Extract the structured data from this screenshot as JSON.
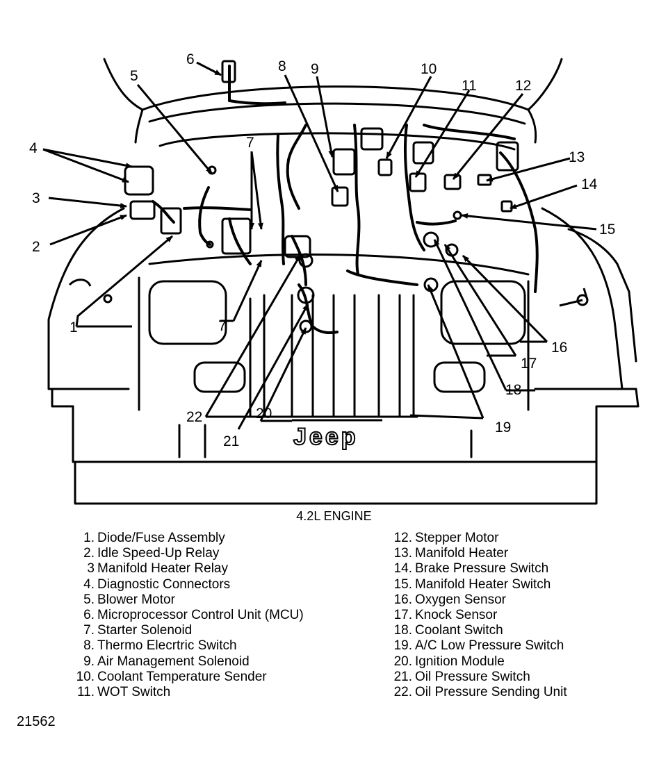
{
  "diagram": {
    "callouts": [
      "1",
      "2",
      "3",
      "4",
      "5",
      "6",
      "7",
      "7",
      "8",
      "9",
      "10",
      "11",
      "12",
      "13",
      "14",
      "15",
      "16",
      "17",
      "18",
      "19",
      "20",
      "21",
      "22"
    ],
    "badge": "Jeep"
  },
  "caption": "4.2L ENGINE",
  "legend_left": [
    {
      "num": "1.",
      "label": "Diode/Fuse Assembly"
    },
    {
      "num": "2.",
      "label": "Idle Speed-Up Relay"
    },
    {
      "num": "3",
      "label": "Manifold Heater Relay"
    },
    {
      "num": "4.",
      "label": "Diagnostic Connectors"
    },
    {
      "num": "5.",
      "label": "Blower Motor"
    },
    {
      "num": "6.",
      "label": "Microprocessor Control Unit (MCU)"
    },
    {
      "num": "7.",
      "label": "Starter Solenoid"
    },
    {
      "num": "8.",
      "label": "Thermo Elecrtric Switch"
    },
    {
      "num": "9.",
      "label": "Air Management Solenoid"
    },
    {
      "num": "10.",
      "label": "Coolant Temperature Sender"
    },
    {
      "num": "11.",
      "label": "WOT Switch"
    }
  ],
  "legend_right": [
    {
      "num": "12.",
      "label": "Stepper Motor"
    },
    {
      "num": "13.",
      "label": "Manifold Heater"
    },
    {
      "num": "14.",
      "label": "Brake Pressure Switch"
    },
    {
      "num": "15.",
      "label": "Manifold Heater Switch"
    },
    {
      "num": "16.",
      "label": "Oxygen Sensor"
    },
    {
      "num": "17.",
      "label": "Knock Sensor"
    },
    {
      "num": "18.",
      "label": "Coolant Switch"
    },
    {
      "num": "19.",
      "label": "A/C Low Pressure Switch"
    },
    {
      "num": "20.",
      "label": "Ignition Module"
    },
    {
      "num": "21.",
      "label": "Oil Pressure Switch"
    },
    {
      "num": "22.",
      "label": "Oil Pressure Sending Unit"
    }
  ],
  "figure_id": "21562"
}
